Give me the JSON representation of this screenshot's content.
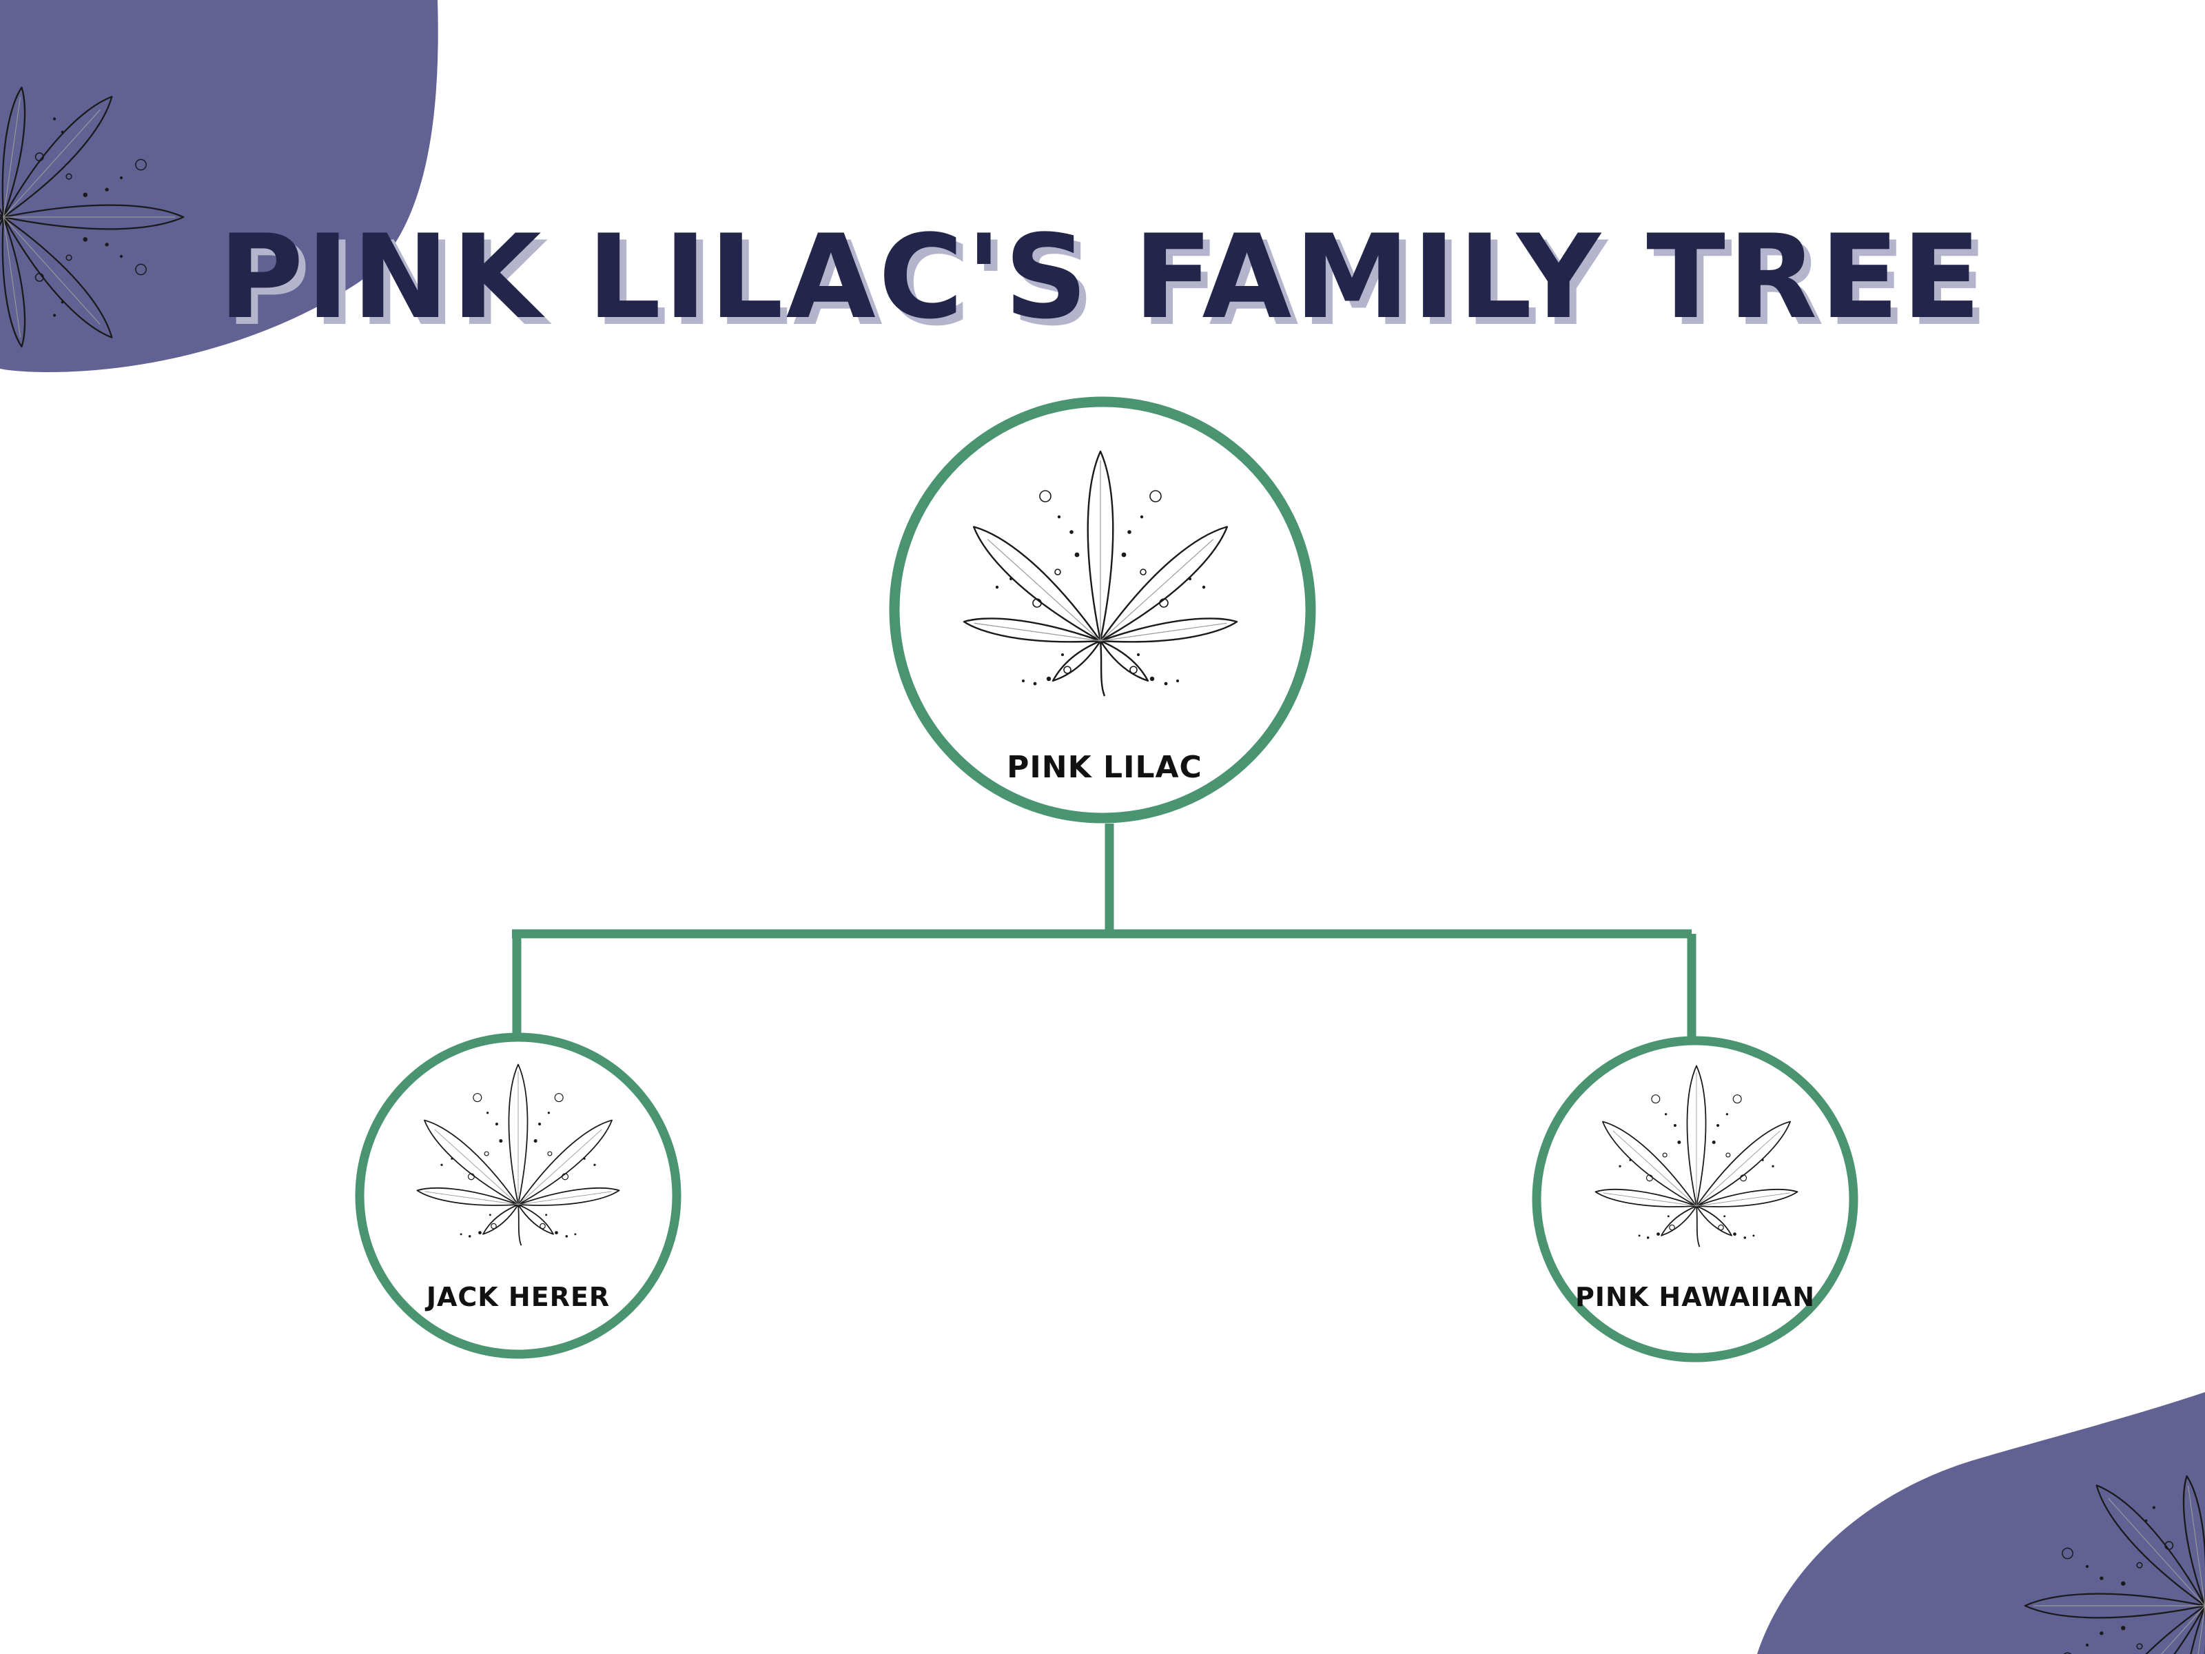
{
  "title": "PINK LILAC'S FAMILY TREE",
  "colors": {
    "title": "#23264a",
    "title_shadow": "#b4b5cd",
    "blob": "#616194",
    "connector": "#4b9471",
    "leaf_stroke": "#1a1a1a",
    "background": "#ffffff"
  },
  "tree": {
    "root": {
      "label": "PINK LILAC",
      "icon": "cannabis-leaf-icon"
    },
    "children": [
      {
        "label": "JACK HERER",
        "icon": "cannabis-leaf-icon"
      },
      {
        "label": "PINK HAWAIIAN",
        "icon": "cannabis-leaf-icon"
      }
    ]
  }
}
